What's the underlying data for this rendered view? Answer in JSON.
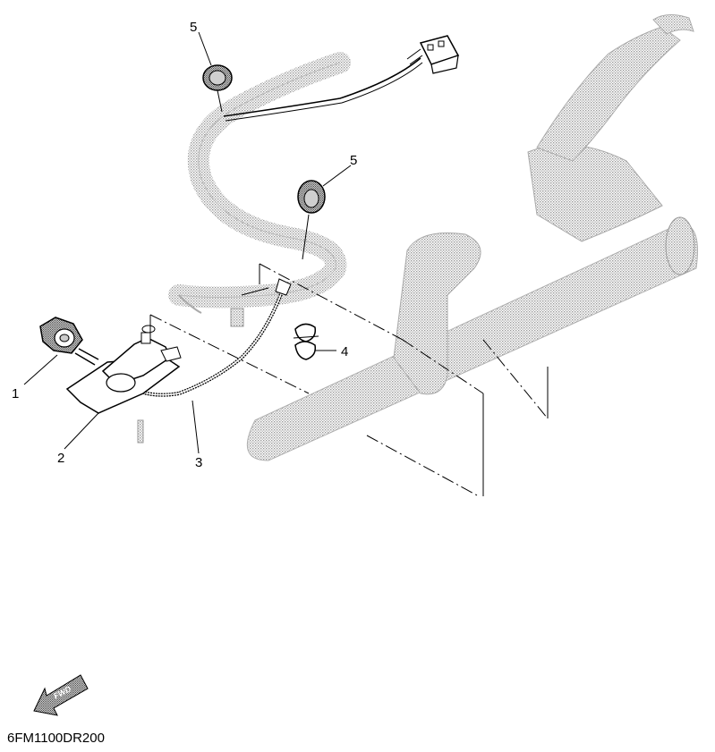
{
  "diagram": {
    "callouts": [
      {
        "id": "1",
        "label": "1"
      },
      {
        "id": "2",
        "label": "2"
      },
      {
        "id": "3",
        "label": "3"
      },
      {
        "id": "4",
        "label": "4"
      },
      {
        "id": "5a",
        "label": "5"
      },
      {
        "id": "5b",
        "label": "5"
      }
    ],
    "forward_arrow_label": "FWD",
    "drawing_code": "6FM1100DR200",
    "colors": {
      "line": "#000000",
      "shaded_parts": "#c8c8c8",
      "background": "#ffffff"
    }
  }
}
